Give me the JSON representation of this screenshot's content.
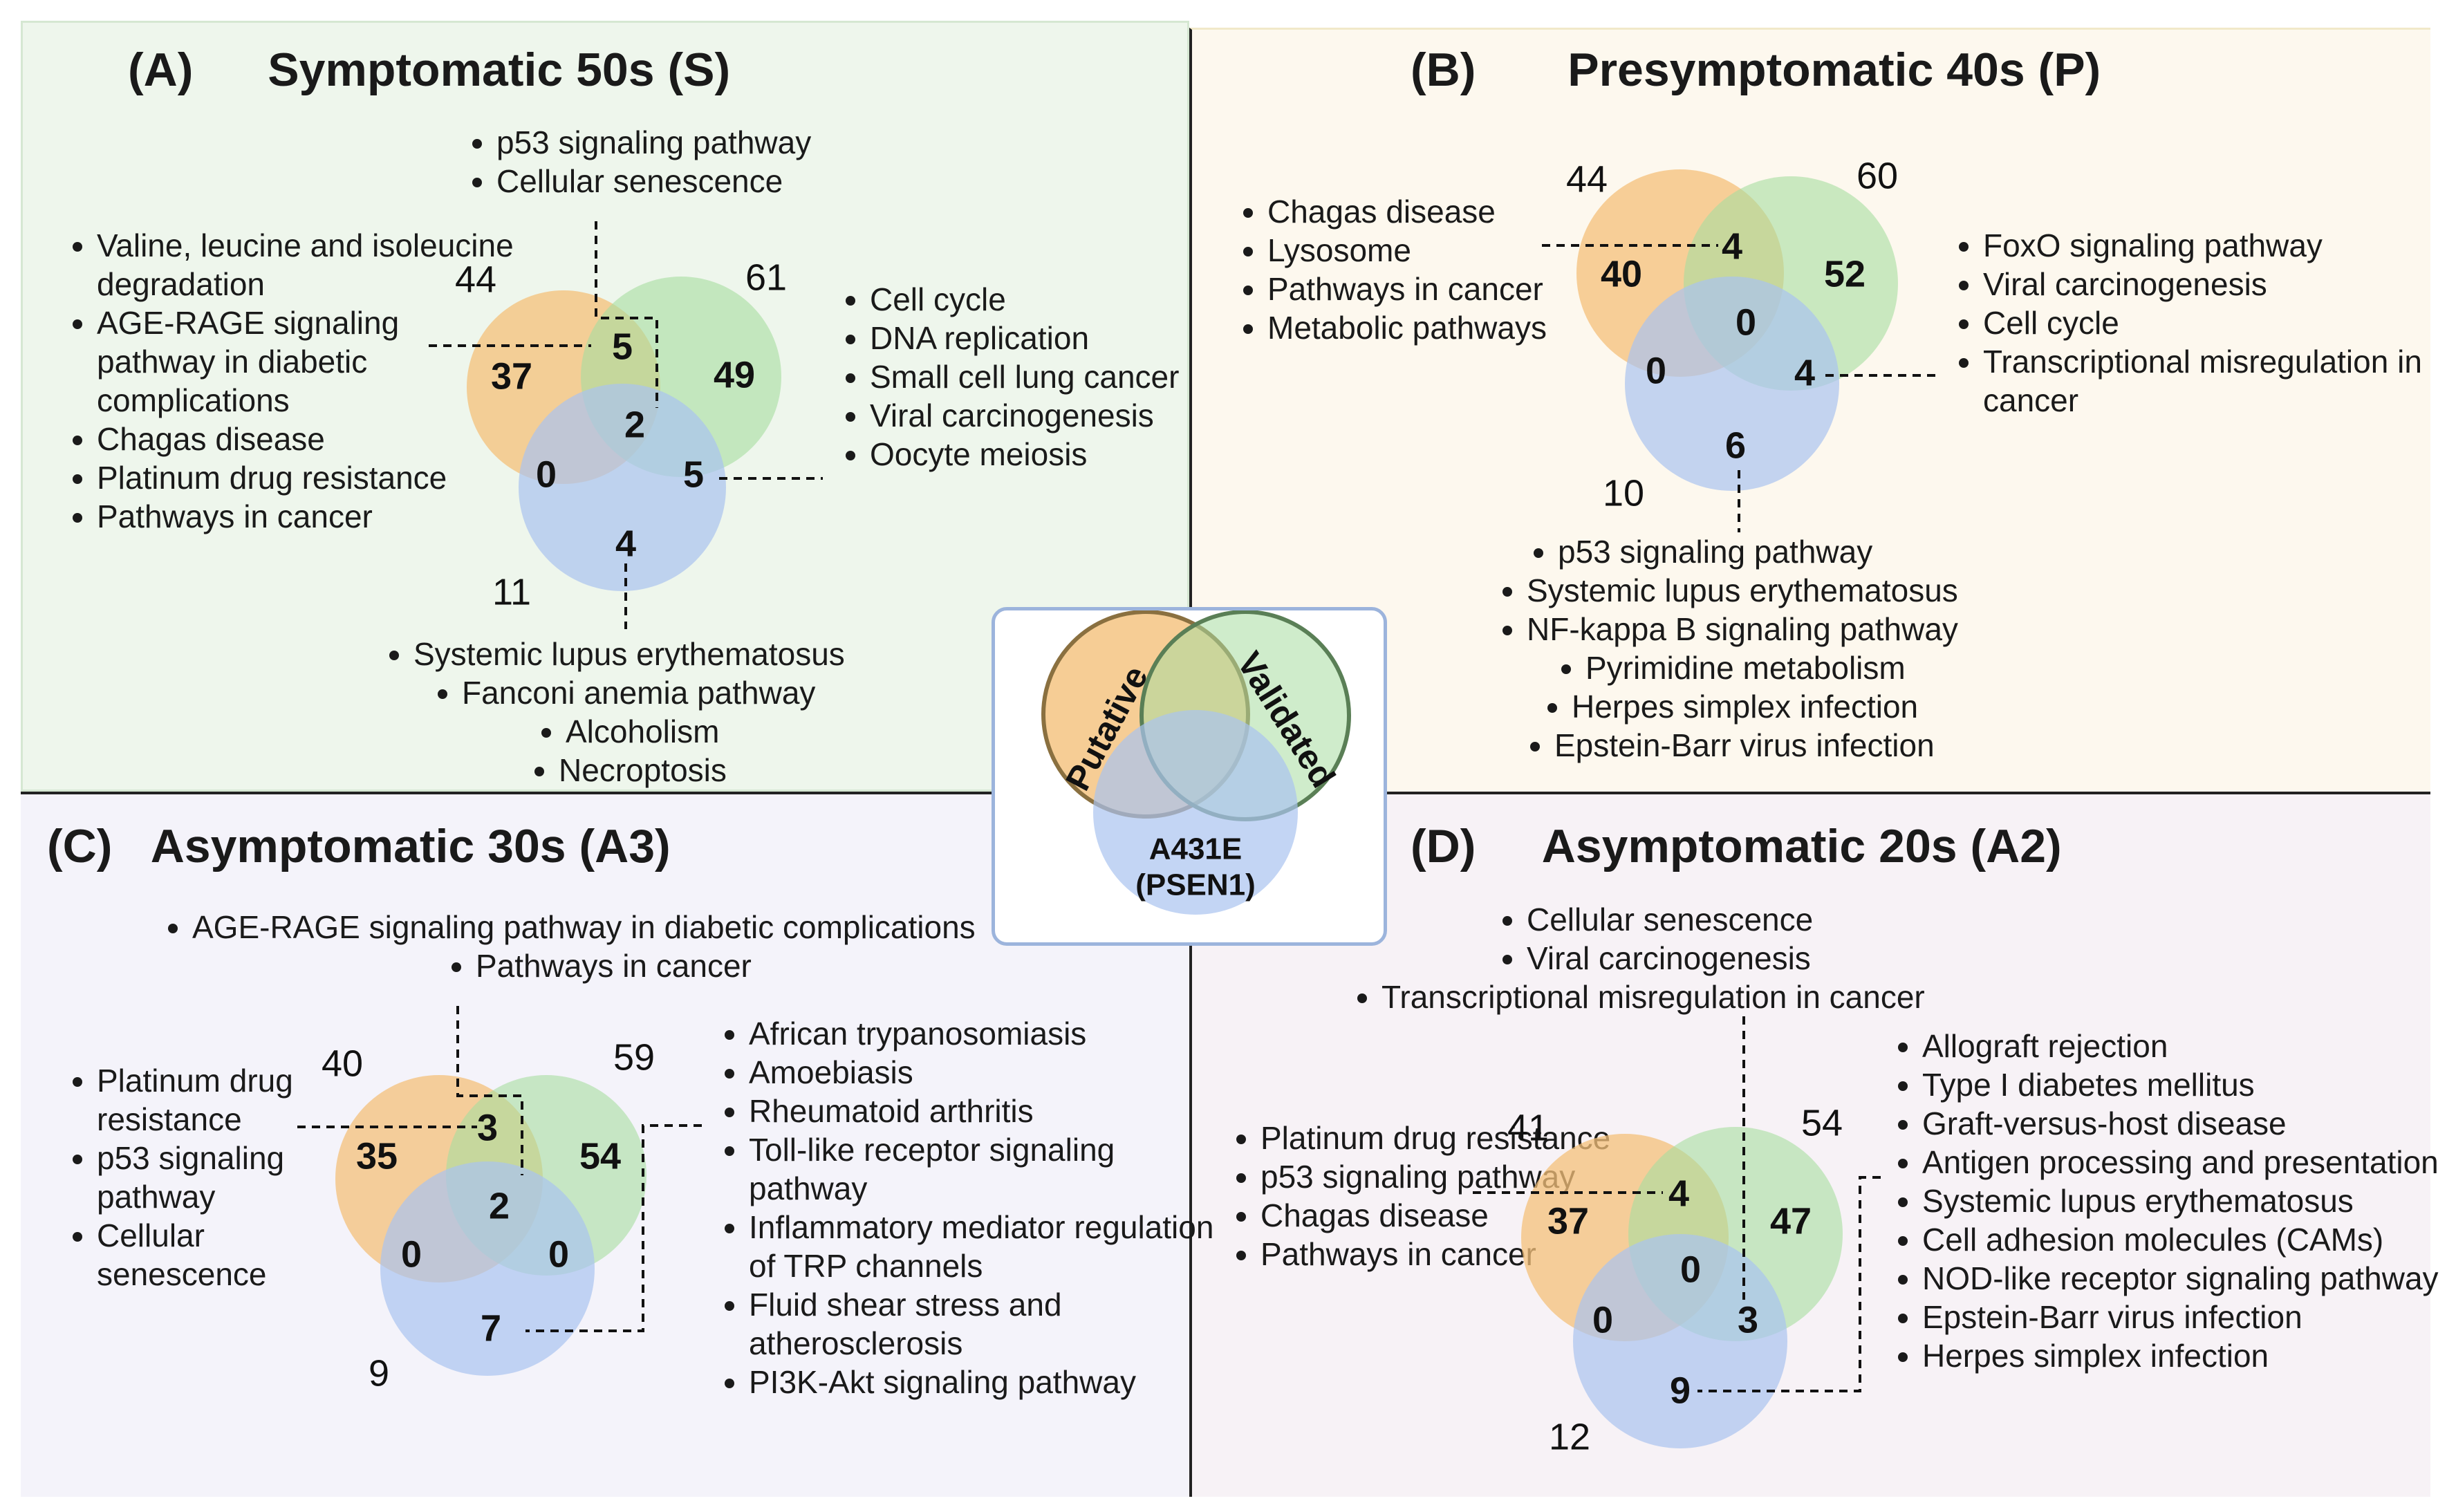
{
  "colors": {
    "putative": "#F4C07A",
    "validated": "#A7DDA0",
    "a431e": "#A9C3F0",
    "panel_a_bg": "#EEF6EC",
    "panel_b_bg": "#FDF8EE",
    "panel_c_bg": "#F4F3FA",
    "panel_d_bg": "#F7F2F6"
  },
  "legend": {
    "putative": "Putative",
    "validated": "Validated",
    "a431e_line1": "A431E",
    "a431e_line2": "(PSEN1)"
  },
  "panels": {
    "a": {
      "letter": "(A)",
      "title": "Symptomatic 50s (S)",
      "totals": {
        "putative": "44",
        "validated": "61",
        "a431e": "11"
      },
      "counts": {
        "p_only": "37",
        "v_only": "49",
        "a_only": "4",
        "pv": "5",
        "pa": "0",
        "va": "5",
        "pva": "2"
      },
      "top": [
        "p53 signaling pathway",
        "Cellular senescence"
      ],
      "left": [
        "Valine, leucine and isoleucine degradation",
        "AGE-RAGE signaling pathway in diabetic complications",
        "Chagas disease",
        "Platinum drug resistance",
        "Pathways in cancer"
      ],
      "right": [
        "Cell cycle",
        "DNA replication",
        "Small cell lung cancer",
        "Viral carcinogenesis",
        "Oocyte meiosis"
      ],
      "bottom": [
        "Systemic lupus erythematosus",
        "Fanconi anemia pathway",
        "Alcoholism",
        "Necroptosis"
      ]
    },
    "b": {
      "letter": "(B)",
      "title": "Presymptomatic 40s (P)",
      "totals": {
        "putative": "44",
        "validated": "60",
        "a431e": "10"
      },
      "counts": {
        "p_only": "40",
        "v_only": "52",
        "a_only": "6",
        "pv": "4",
        "pa": "0",
        "va": "4",
        "pva": "0"
      },
      "left": [
        "Chagas disease",
        "Lysosome",
        "Pathways in cancer",
        "Metabolic pathways"
      ],
      "right": [
        "FoxO signaling   pathway",
        "Viral carcinogenesis",
        "Cell cycle",
        "Transcriptional misregulation in cancer"
      ],
      "bottom": [
        "p53 signaling pathway",
        "Systemic lupus erythematosus",
        "NF-kappa B signaling pathway",
        "Pyrimidine metabolism",
        "Herpes simplex infection",
        "Epstein-Barr virus infection"
      ]
    },
    "c": {
      "letter": "(C)",
      "title": "Asymptomatic 30s (A3)",
      "totals": {
        "putative": "40",
        "validated": "59",
        "a431e": "9"
      },
      "counts": {
        "p_only": "35",
        "v_only": "54",
        "a_only": "7",
        "pv": "3",
        "pa": "0",
        "va": "0",
        "pva": "2"
      },
      "top": [
        "AGE-RAGE signaling pathway in diabetic complications",
        "Pathways in cancer"
      ],
      "left": [
        "Platinum drug resistance",
        "p53 signaling pathway",
        "Cellular senescence"
      ],
      "right": [
        "African   trypanosomiasis",
        "Amoebiasis",
        "Rheumatoid arthritis",
        "Toll-like receptor signaling pathway",
        "Inflammatory mediator regulation of TRP channels",
        "Fluid shear stress and atherosclerosis",
        "PI3K-Akt signaling pathway"
      ]
    },
    "d": {
      "letter": "(D)",
      "title": "Asymptomatic 20s (A2)",
      "totals": {
        "putative": "41",
        "validated": "54",
        "a431e": "12"
      },
      "counts": {
        "p_only": "37",
        "v_only": "47",
        "a_only": "9",
        "pv": "4",
        "pa": "0",
        "va": "3",
        "pva": "0"
      },
      "top": [
        "Cellular senescence",
        "Viral carcinogenesis",
        "Transcriptional misregulation in cancer"
      ],
      "left": [
        "Platinum drug resistance",
        "p53 signaling pathway",
        "Chagas disease",
        "Pathways in cancer"
      ],
      "right": [
        "Allograft rejection",
        "Type I diabetes mellitus",
        "Graft-versus-host disease",
        "Antigen processing and presentation",
        "Systemic lupus erythematosus",
        "Cell adhesion molecules (CAMs)",
        "NOD-like receptor signaling pathway",
        "Epstein-Barr virus infection",
        "Herpes simplex infection"
      ]
    }
  }
}
